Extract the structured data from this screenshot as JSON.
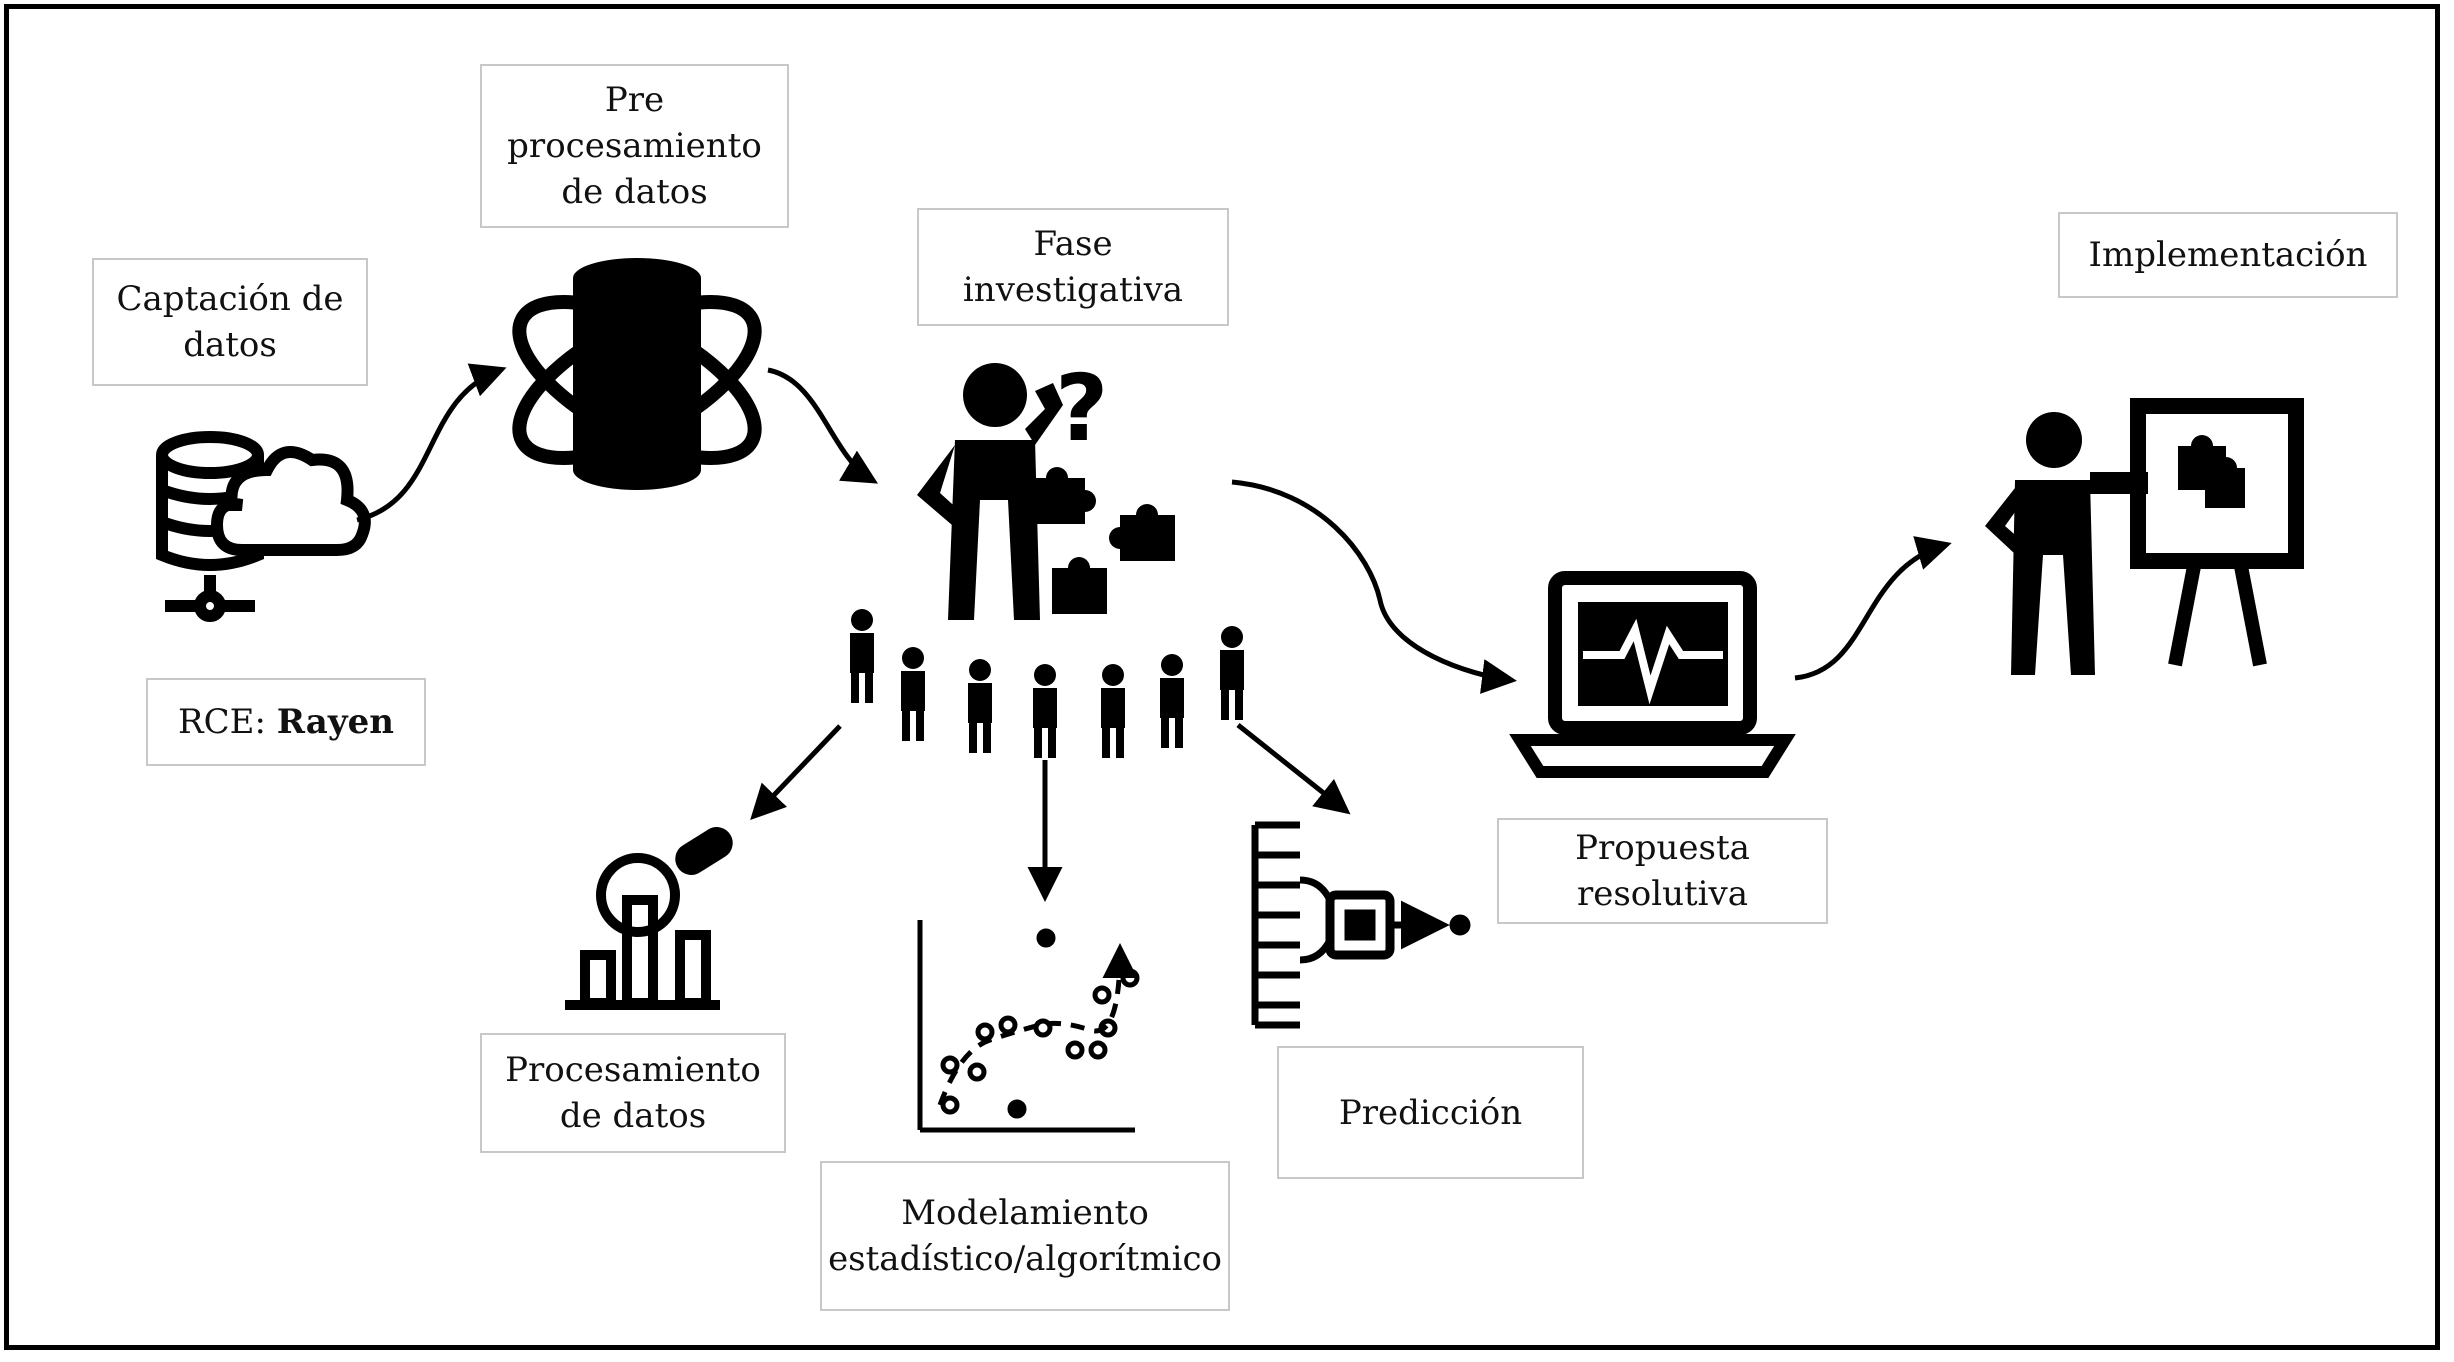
{
  "labels": {
    "captacion": "Captación de datos",
    "rce_prefix": "RCE: ",
    "rce_name": "Rayen",
    "preprocesamiento": "Pre procesamiento de datos",
    "fase": "Fase investigativa",
    "procesamiento": "Procesamiento de datos",
    "modelamiento": "Modelamiento estadístico/algorítmico",
    "prediccion": "Predicción",
    "propuesta": "Propuesta resolutiva",
    "implementacion": "Implementación"
  },
  "colors": {
    "ink": "#000000",
    "box_border": "#c8c8c8",
    "background": "#ffffff"
  },
  "icons": [
    "database-cloud-icon",
    "database-orbit-icon",
    "thinking-person-puzzle-icon",
    "team-people-icon",
    "magnifier-bar-chart-icon",
    "scatter-trend-chart-icon",
    "chip-network-icon",
    "laptop-pulse-icon",
    "presenter-board-icon"
  ]
}
